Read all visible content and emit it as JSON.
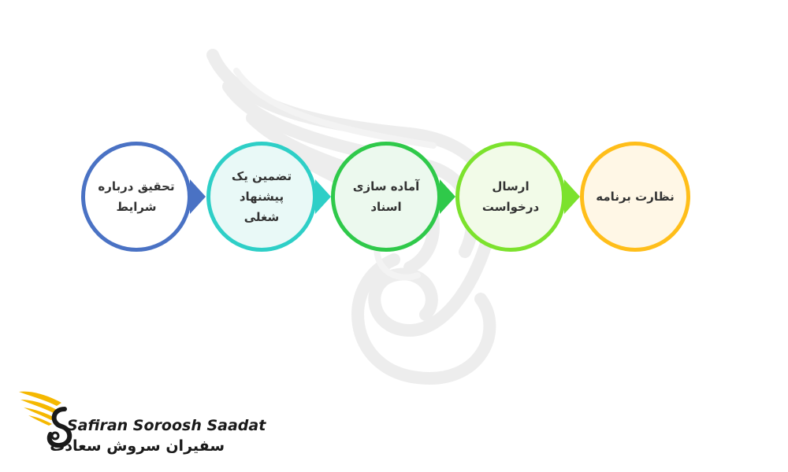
{
  "steps": [
    {
      "label": "تحقیق درباره\nشرایط",
      "color": "#4a72c4",
      "fill": "#ffffff"
    },
    {
      "label": "تضمین یک\nپیشنهاد\nشغلی",
      "color": "#2ecfc7",
      "fill": "#e9f9f7"
    },
    {
      "label": "آماده سازی\nاسناد",
      "color": "#2fc94a",
      "fill": "#ecf9ee"
    },
    {
      "label": "ارسال\nدرخواست",
      "color": "#7ce22d",
      "fill": "#f2fbe8"
    },
    {
      "label": "نظارت برنامه",
      "color": "#ffbe1a",
      "fill": "#fff7e6"
    }
  ],
  "logo": {
    "name_en": "Safiran Soroosh Saadat",
    "name_fa": "سفیران سروش سعادت",
    "icon": "winged-s-logo-icon"
  }
}
